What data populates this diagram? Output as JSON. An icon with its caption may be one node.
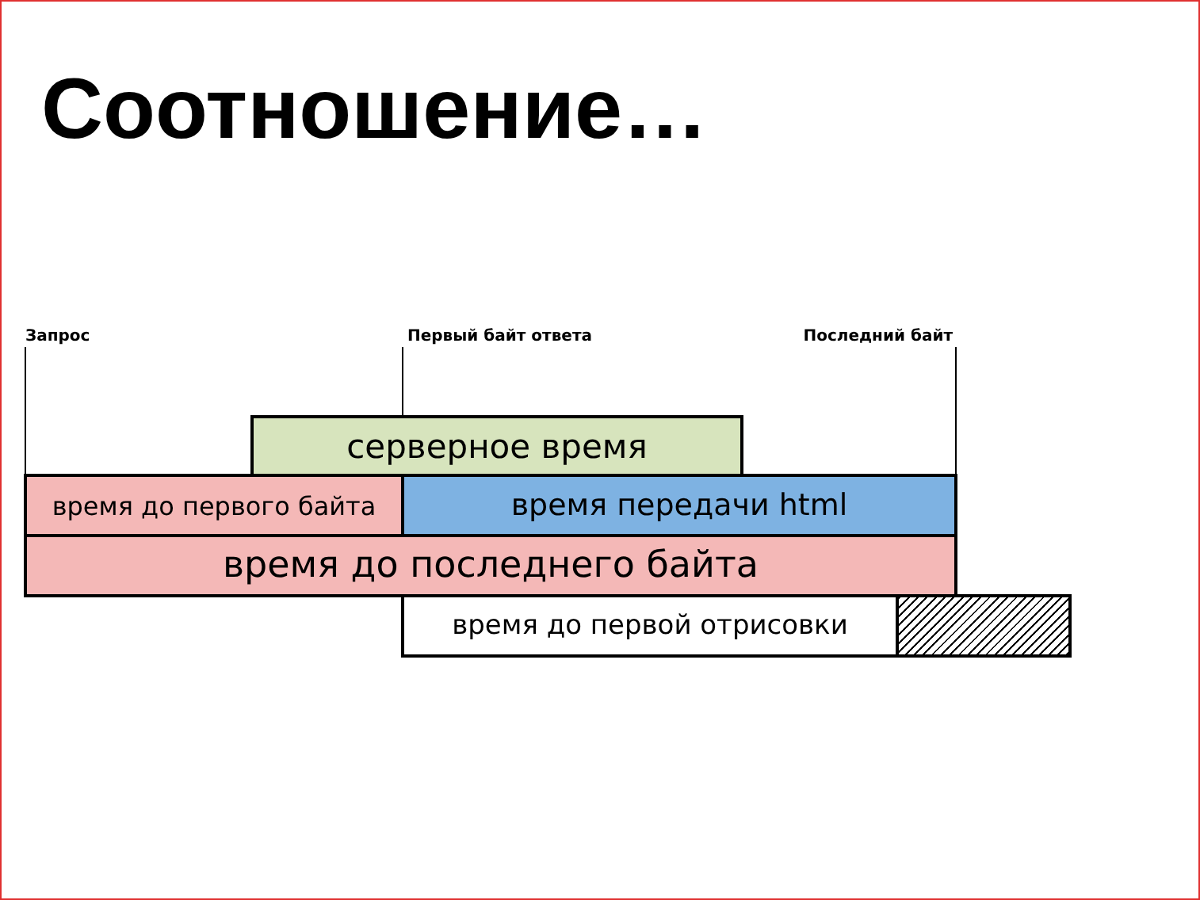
{
  "diagram": {
    "title": "Соотношение…",
    "nodes": [
      {
        "text": [
          "серверное время"
        ]
      },
      {
        "text": [
          "время до первого байта"
        ]
      },
      {
        "text": [
          "время передачи html"
        ]
      },
      {
        "text": [
          "время до последнего байта"
        ]
      },
      {
        "text": [
          "время до первой отрисовки"
        ]
      },
      {
        "text": [],
        "shape": "bar"
      },
      {
        "text": [
          "Запрос"
        ]
      },
      {
        "text": [
          "Первый байт ответа"
        ]
      },
      {
        "text": [
          "Последний байт"
        ]
      }
    ],
    "edges": [
      {
        "from": 6,
        "to": 1,
        "arrow": "none"
      },
      {
        "from": 7,
        "to": 0,
        "arrow": "none"
      },
      {
        "from": 8,
        "to": 2,
        "arrow": "none"
      }
    ]
  }
}
